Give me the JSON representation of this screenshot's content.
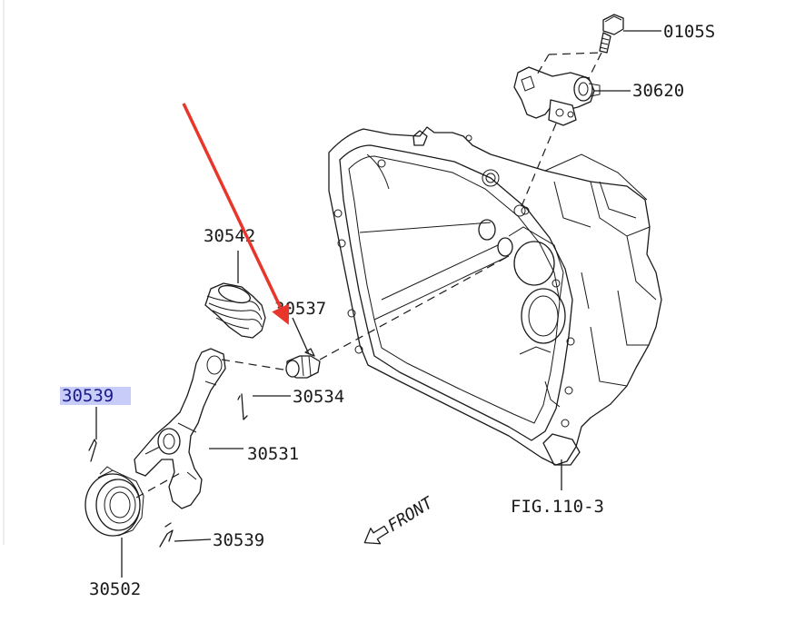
{
  "callouts": {
    "bolt": "0105S",
    "slave_cylinder": "30620",
    "boot": "30542",
    "pivot": "30537",
    "spring": "30534",
    "release_fork": "30531",
    "clip_top": "30539",
    "clip_bottom": "30539",
    "release_bearing": "30502",
    "housing_ref": "FIG.110-3"
  },
  "direction_marker": "FRONT",
  "colors": {
    "annotation_arrow": "#e8372a",
    "highlight": "#c8ccf8",
    "line": "#1a1a1a"
  }
}
